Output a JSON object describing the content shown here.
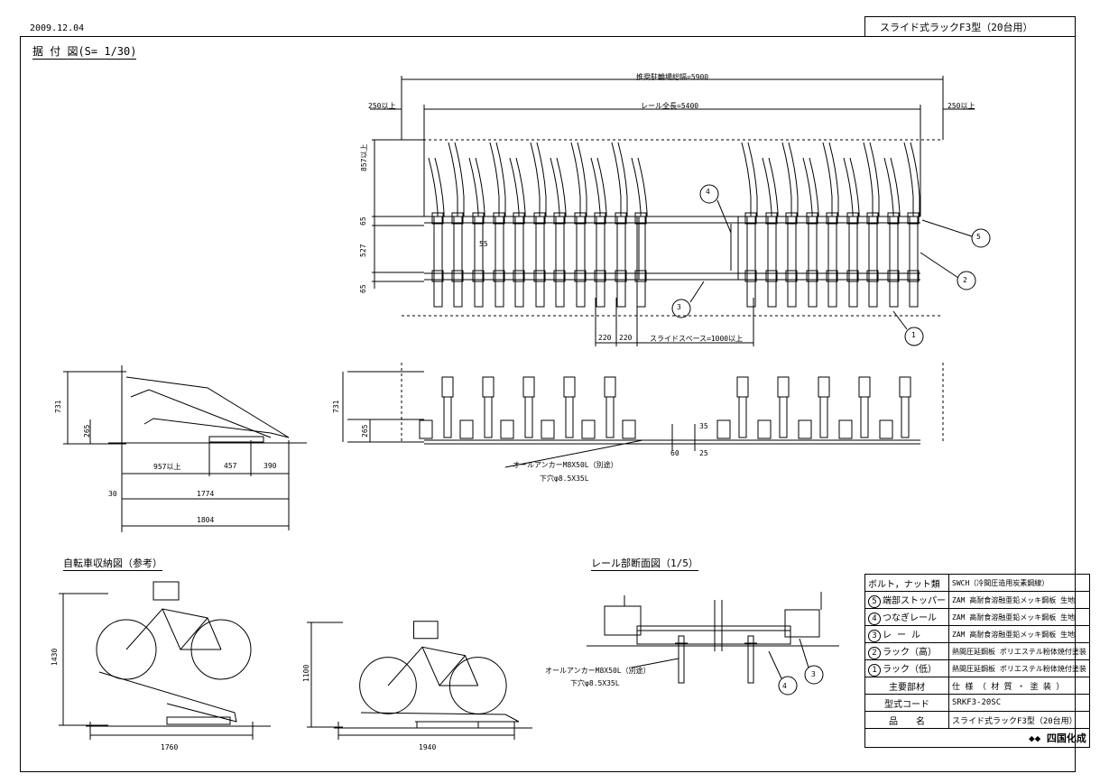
{
  "header": {
    "date": "2009.12.04",
    "title": "スライド式ラックF3型（20台用）"
  },
  "sheet": {
    "name": "据 付 図(S= 1/30)"
  },
  "plan_view": {
    "dim_total_width": "推奨駐輪場総幅=5900",
    "dim_rail_length": "レール全長=5400",
    "dim_side_left": "250以上",
    "dim_side_right": "250以上",
    "dim_vertical": [
      "857以上",
      "65",
      "527",
      "65"
    ],
    "dim_inner": "55",
    "dim_pitch_1": "220",
    "dim_pitch_2": "220",
    "dim_slide_space": "スライドスペース=1000以上",
    "callouts": [
      "4",
      "5",
      "2",
      "3",
      "1"
    ]
  },
  "side_view": {
    "dim_height": "731",
    "dim_low": "265",
    "dims_bottom": [
      "957以上",
      "457",
      "390"
    ],
    "dim_offset": "30",
    "dim_1774": "1774",
    "dim_1804": "1804"
  },
  "front_view": {
    "dim_height": "731",
    "dim_low": "265",
    "dim_35": "35",
    "dim_60": "60",
    "dim_25": "25",
    "anchor_note_1": "オールアンカーM8X50L（別途）",
    "anchor_note_2": "下穴φ8.5X35L"
  },
  "bike_view": {
    "title": "自転車収納図（参考）",
    "dim_1430": "1430",
    "dim_1760": "1760",
    "dim_1100": "1100",
    "dim_1940": "1940"
  },
  "rail_section": {
    "title": "レール部断面図（1/5）",
    "anchor_note_1": "オールアンカーM8X50L（別途）",
    "anchor_note_2": "下穴φ8.5X35L",
    "callouts": [
      "4",
      "3"
    ]
  },
  "legend": {
    "rows": [
      {
        "num": "",
        "part": "ボルト，ナット類",
        "spec": "SWCH（冷間圧造用炭素鋼線）"
      },
      {
        "num": "5",
        "part": "端部ストッパー",
        "spec": "ZAM 高耐食溶融亜鉛メッキ鋼板 生地"
      },
      {
        "num": "4",
        "part": "つなぎレール",
        "spec": "ZAM 高耐食溶融亜鉛メッキ鋼板 生地"
      },
      {
        "num": "3",
        "part": "レ ー ル",
        "spec": "ZAM 高耐食溶融亜鉛メッキ鋼板 生地"
      },
      {
        "num": "2",
        "part": "ラック（高）",
        "spec": "熱間圧延鋼板 ポリエステル粉体焼付塗装"
      },
      {
        "num": "1",
        "part": "ラック（低）",
        "spec": "熱間圧延鋼板 ポリエステル粉体焼付塗装"
      }
    ],
    "main_parts_label": "主要部材",
    "main_parts_value": "仕 様 （ 材 質 ・ 塗 装 ）",
    "model_label": "型式コード",
    "model_value": "SRKF3-20SC",
    "product_label": "品　　名",
    "product_value": "スライド式ラックF3型（20台用）",
    "company": "四国化成"
  }
}
